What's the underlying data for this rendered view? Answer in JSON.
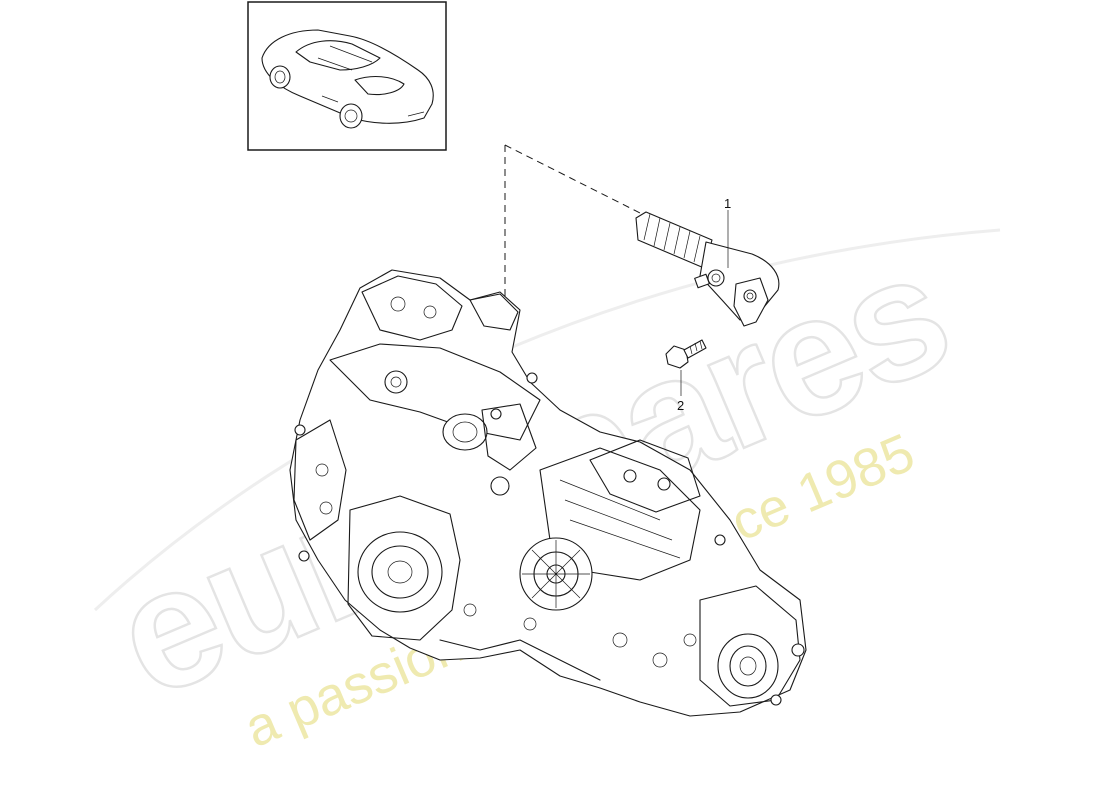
{
  "watermark": {
    "brand": "eurospares",
    "tagline": "a passion for parts since 1985"
  },
  "callouts": [
    {
      "id": "1",
      "label": "1"
    },
    {
      "id": "2",
      "label": "2"
    }
  ],
  "colors": {
    "line": "#1a1a1a",
    "watermark_brand": "#e4e4e4",
    "watermark_tagline": "#efeab0"
  }
}
